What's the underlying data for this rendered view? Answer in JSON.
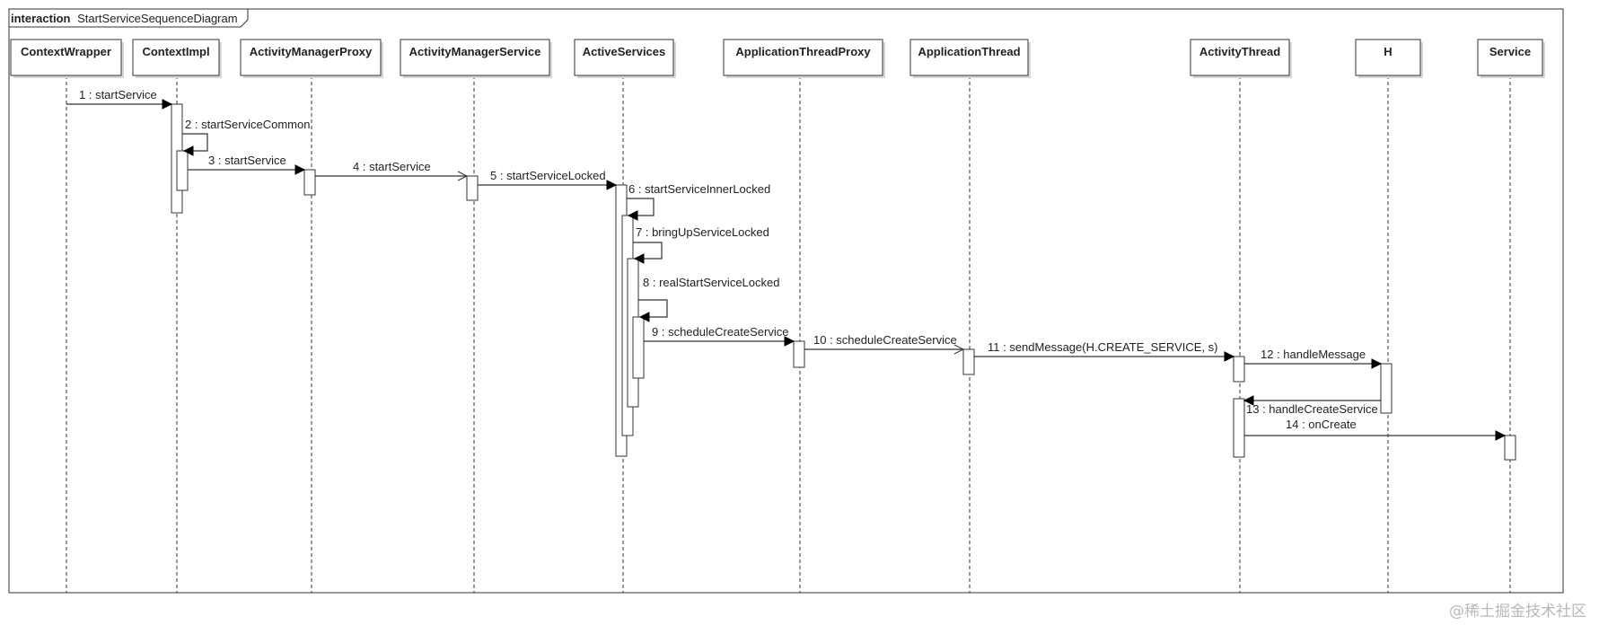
{
  "frame": {
    "keyword": "interaction",
    "name": "StartServiceSequenceDiagram"
  },
  "lifelines": [
    {
      "id": "cw",
      "label": "ContextWrapper"
    },
    {
      "id": "ci",
      "label": "ContextImpl"
    },
    {
      "id": "amp",
      "label": "ActivityManagerProxy"
    },
    {
      "id": "ams",
      "label": "ActivityManagerService"
    },
    {
      "id": "as",
      "label": "ActiveServices"
    },
    {
      "id": "atp",
      "label": "ApplicationThreadProxy"
    },
    {
      "id": "at",
      "label": "ApplicationThread"
    },
    {
      "id": "act",
      "label": "ActivityThread"
    },
    {
      "id": "h",
      "label": "H"
    },
    {
      "id": "svc",
      "label": "Service"
    }
  ],
  "messages": [
    {
      "num": 1,
      "label": "1 : startService",
      "from": "cw",
      "to": "ci",
      "kind": "sync"
    },
    {
      "num": 2,
      "label": "2 : startServiceCommon",
      "from": "ci",
      "to": "ci",
      "kind": "self"
    },
    {
      "num": 3,
      "label": "3 : startService",
      "from": "ci",
      "to": "amp",
      "kind": "sync"
    },
    {
      "num": 4,
      "label": "4 : startService",
      "from": "amp",
      "to": "ams",
      "kind": "async"
    },
    {
      "num": 5,
      "label": "5 : startServiceLocked",
      "from": "ams",
      "to": "as",
      "kind": "sync"
    },
    {
      "num": 6,
      "label": "6 : startServiceInnerLocked",
      "from": "as",
      "to": "as",
      "kind": "self"
    },
    {
      "num": 7,
      "label": "7 : bringUpServiceLocked",
      "from": "as",
      "to": "as",
      "kind": "self"
    },
    {
      "num": 8,
      "label": "8 : realStartServiceLocked",
      "from": "as",
      "to": "as",
      "kind": "self"
    },
    {
      "num": 9,
      "label": "9 : scheduleCreateService",
      "from": "as",
      "to": "atp",
      "kind": "sync"
    },
    {
      "num": 10,
      "label": "10 : scheduleCreateService",
      "from": "atp",
      "to": "at",
      "kind": "async"
    },
    {
      "num": 11,
      "label": "11 : sendMessage(H.CREATE_SERVICE, s)",
      "from": "at",
      "to": "act",
      "kind": "sync"
    },
    {
      "num": 12,
      "label": "12 : handleMessage",
      "from": "act",
      "to": "h",
      "kind": "sync"
    },
    {
      "num": 13,
      "label": "13 : handleCreateService",
      "from": "h",
      "to": "act",
      "kind": "sync"
    },
    {
      "num": 14,
      "label": "14 : onCreate",
      "from": "act",
      "to": "svc",
      "kind": "sync"
    }
  ],
  "watermark": "@稀土掘金技术社区",
  "colors": {
    "line": "#333333",
    "text": "#222222",
    "box": "#ffffff"
  }
}
